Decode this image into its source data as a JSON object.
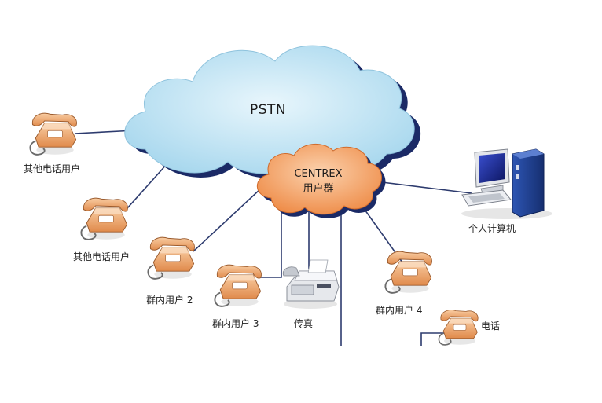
{
  "clouds": {
    "pstn_label": "PSTN",
    "centrex_label": "CENTREX",
    "centrex_sublabel": "用户群"
  },
  "devices": {
    "other_user_1": "其他电话用户",
    "other_user_2": "其他电话用户",
    "group_user_2": "群内用户 2",
    "group_user_3": "群内用户 3",
    "fax": "传真",
    "group_user_4": "群内用户 4",
    "phone": "电话",
    "pc": "个人计算机"
  },
  "colors": {
    "pstn_cloud": "#bfe3f3",
    "pstn_shadow": "#1b2a66",
    "centrex_cloud": "#f6a46a",
    "phone_body": "#f3b07a",
    "link_line": "#2d3b6e",
    "monitor_screen": "#1a2a9a",
    "tower": "#1f3d8c"
  }
}
